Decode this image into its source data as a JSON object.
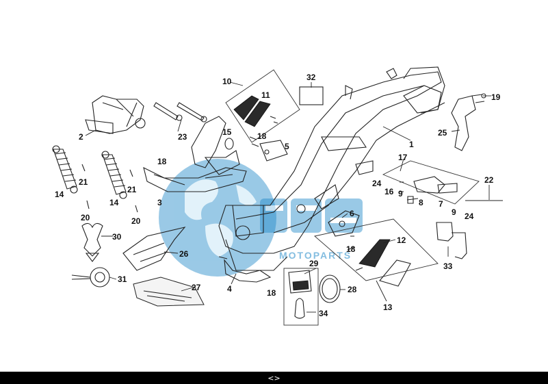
{
  "labels": {
    "p1": "1",
    "p2": "2",
    "p3": "3",
    "p4": "4",
    "p5": "5",
    "p6": "6",
    "p7": "7",
    "p8": "8",
    "p9a": "9",
    "p9b": "9",
    "p10": "10",
    "p11": "11",
    "p12": "12",
    "p13": "13",
    "p14a": "14",
    "p14b": "14",
    "p15": "15",
    "p16": "16",
    "p17": "17",
    "p18a": "18",
    "p18b": "18",
    "p18c": "18",
    "p18d": "18",
    "p19": "19",
    "p20a": "20",
    "p20b": "20",
    "p21a": "21",
    "p21b": "21",
    "p22": "22",
    "p23": "23",
    "p24a": "24",
    "p24b": "24",
    "p25": "25",
    "p26": "26",
    "p27": "27",
    "p28": "28",
    "p29": "29",
    "p30": "30",
    "p31": "31",
    "p32": "32",
    "p33": "33",
    "p34": "34"
  },
  "watermark": "MOTOPARTS",
  "footer": {
    "nav": "<>"
  },
  "colors": {
    "watermark": "#1e88c8",
    "ink": "#222222",
    "footer_bg": "#000000"
  }
}
